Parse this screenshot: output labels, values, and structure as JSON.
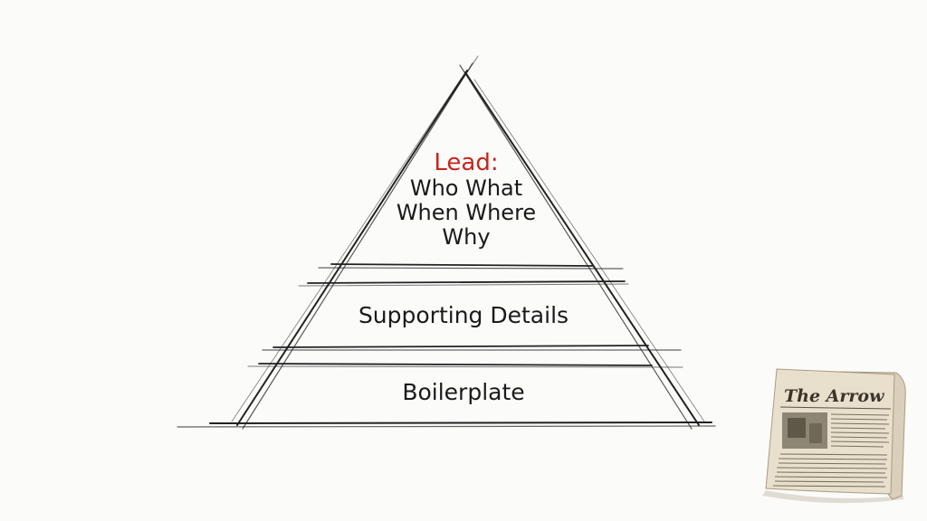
{
  "pyramid": {
    "lead": {
      "title": "Lead:",
      "line1": "Who What",
      "line2": "When Where",
      "line3": "Why",
      "title_color": "#c4261d"
    },
    "middle": {
      "label": "Supporting Details"
    },
    "base": {
      "label": "Boilerplate"
    },
    "stroke_color": "#222222"
  },
  "newspaper": {
    "masthead": "The Arrow",
    "paper_color": "#e8dfcc",
    "ink_color": "#4a4234"
  }
}
